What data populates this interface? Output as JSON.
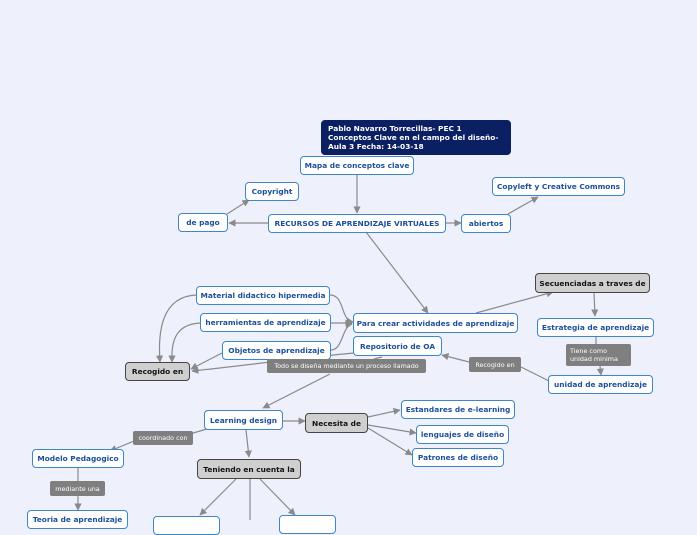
{
  "colors": {
    "background": "#eef1fc",
    "title_bg": "#0b1f63",
    "node_border": "#3d86cc",
    "node_text": "#1b4f9c",
    "gray_node": "#cfcfcf",
    "label_bg": "#7f7f7f",
    "edge": "#8a8a8a"
  },
  "nodes": {
    "title": "Pablo Navarro Torrecillas- PEC 1 Conceptos Clave en el campo del diseño- Aula 3 Fecha: 14-03-18",
    "mapa": "Mapa de conceptos clave",
    "copyright": "Copyright",
    "copyleft": "Copyleft y Creative Commons",
    "de_pago": "de pago",
    "recursos": "RECURSOS DE APRENDIZAJE VIRTUALES",
    "abiertos": "abiertos",
    "secuenciadas": "Secuenciadas a traves de",
    "material": "Material didactico hipermedia",
    "herramientas": "herramientas de aprendizaje",
    "para_crear": "Para crear actividades de aprendizaje",
    "estrategia": "Estrategia de aprendizaje",
    "objetos": "Objetos de aprendizaje",
    "repositorio": "Repositorio de OA",
    "recogido_en": "Recogido en",
    "unidad": "unidad de aprendizaje",
    "learning": "Learning design",
    "necesita": "Necesita de",
    "estandares": "Estandares de e-learning",
    "lenguajes": "lenguajes de diseño",
    "patrones": "Patrones de diseño",
    "modelo": "Modelo Pedagogico",
    "teniendo": "Teniendo en cuenta la",
    "teoria": "Teoria de aprendizaje"
  },
  "labels": {
    "todo": "Todo se diseña mediante un proceso llamado",
    "recogido_en_link": "Recogido en",
    "tiene_como": "Tiene como unidad minima",
    "coordinado": "coordinado con",
    "mediante": "mediante una"
  }
}
